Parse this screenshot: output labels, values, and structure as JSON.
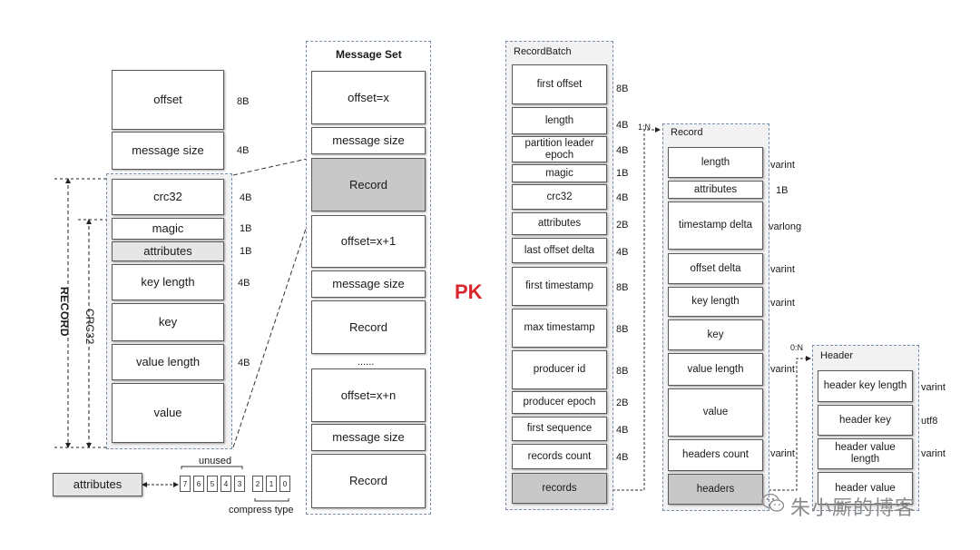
{
  "legacy": {
    "header_fields": [
      {
        "label": "offset",
        "size": "8B"
      },
      {
        "label": "message size",
        "size": "4B"
      }
    ],
    "record_fields": [
      {
        "label": "crc32",
        "size": "4B"
      },
      {
        "label": "magic",
        "size": "1B"
      },
      {
        "label": "attributes",
        "size": "1B"
      },
      {
        "label": "key length",
        "size": "4B"
      },
      {
        "label": "key",
        "size": ""
      },
      {
        "label": "value length",
        "size": "4B"
      },
      {
        "label": "value",
        "size": ""
      }
    ],
    "record_label": "RECORD",
    "crc_label": "CRC32",
    "attributes_label": "attributes",
    "unused_label": "unused",
    "compress_label": "compress type",
    "bits": [
      "7",
      "6",
      "5",
      "4",
      "3",
      "2",
      "1",
      "0"
    ]
  },
  "message_set": {
    "title": "Message Set",
    "items": [
      "offset=x",
      "message size",
      "Record",
      "offset=x+1",
      "message size",
      "Record",
      "......",
      "offset=x+n",
      "message size",
      "Record"
    ]
  },
  "pk": "PK",
  "record_batch": {
    "title": "RecordBatch",
    "fields": [
      {
        "label": "first offset",
        "size": "8B"
      },
      {
        "label": "length",
        "size": "4B"
      },
      {
        "label": "partition leader epoch",
        "size": "4B"
      },
      {
        "label": "magic",
        "size": "1B"
      },
      {
        "label": "crc32",
        "size": "4B"
      },
      {
        "label": "attributes",
        "size": "2B"
      },
      {
        "label": "last offset delta",
        "size": "4B"
      },
      {
        "label": "first timestamp",
        "size": "8B"
      },
      {
        "label": "max timestamp",
        "size": "8B"
      },
      {
        "label": "producer id",
        "size": "8B"
      },
      {
        "label": "producer epoch",
        "size": "2B"
      },
      {
        "label": "first sequence",
        "size": "4B"
      },
      {
        "label": "records count",
        "size": "4B"
      },
      {
        "label": "records",
        "size": ""
      }
    ],
    "cardinality": "1:N"
  },
  "record": {
    "title": "Record",
    "fields": [
      {
        "label": "length",
        "size": "varint"
      },
      {
        "label": "attributes",
        "size": "1B"
      },
      {
        "label": "timestamp delta",
        "size": "varlong"
      },
      {
        "label": "offset delta",
        "size": "varint"
      },
      {
        "label": "key length",
        "size": "varint"
      },
      {
        "label": "key",
        "size": ""
      },
      {
        "label": "value length",
        "size": "varint"
      },
      {
        "label": "value",
        "size": ""
      },
      {
        "label": "headers count",
        "size": "varint"
      },
      {
        "label": "headers",
        "size": ""
      }
    ],
    "cardinality": "0:N"
  },
  "header": {
    "title": "Header",
    "fields": [
      {
        "label": "header key length",
        "size": "varint"
      },
      {
        "label": "header key",
        "size": "utf8"
      },
      {
        "label": "header value length",
        "size": "varint"
      },
      {
        "label": "header value",
        "size": ""
      }
    ]
  },
  "watermark": "朱小厮的博客",
  "colors": {
    "pk": "#d9262c",
    "group_border": "#7a8faa",
    "shaded": "#c8c8c8"
  }
}
